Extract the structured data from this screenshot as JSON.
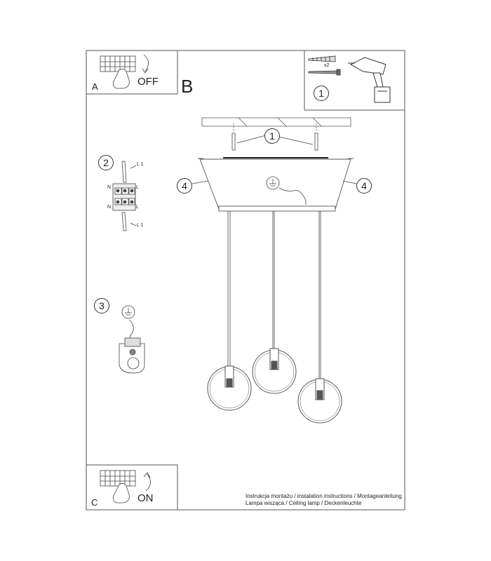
{
  "panel_a": {
    "letter": "A",
    "action": "OFF"
  },
  "panel_b": {
    "letter": "B"
  },
  "panel_c": {
    "letter": "C",
    "action": "ON"
  },
  "steps": {
    "s1": "1",
    "s2": "2",
    "s3": "3",
    "s4": "4"
  },
  "tools": {
    "quantity": "x2"
  },
  "wiring": {
    "n": "N",
    "l": "L",
    "l1": "L 1"
  },
  "footer": {
    "line1": "Instrukcja montażu / instalation instructions / Montageanleitung",
    "line2": "Lampa wisząca / Ceiling lamp / Deckenleuchte"
  }
}
